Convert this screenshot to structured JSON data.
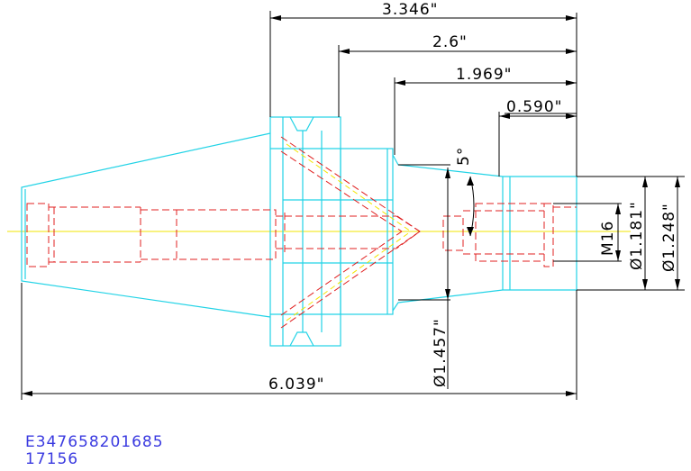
{
  "colors": {
    "outline": "#22d3e6",
    "hidden": "#e02020",
    "centerline": "#f2e600",
    "dimension": "#000000",
    "code_text": "#3a3ae0"
  },
  "dimensions": {
    "overall_length": "6.039\"",
    "length_from_flange": "3.346\"",
    "length_2": "2.6\"",
    "length_3": "1.969\"",
    "length_nose": "0.590\"",
    "angle": "5°",
    "neck_diameter": "Ø1.457\"",
    "thread": "M16",
    "bore_diameter": "Ø1.181\"",
    "nose_diameter": "Ø1.248\""
  },
  "codes": {
    "part_number": "E347658201685",
    "item_number": "17156"
  }
}
